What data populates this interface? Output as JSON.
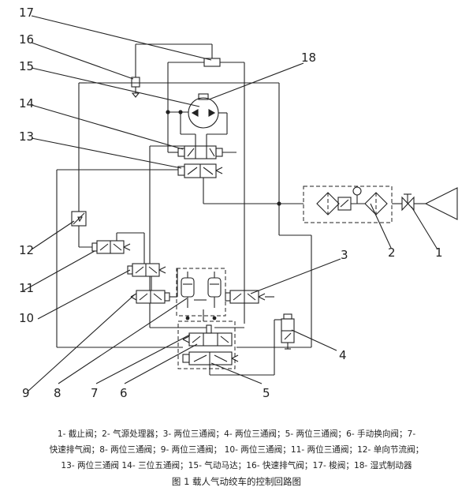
{
  "diagram": {
    "callouts": [
      "1",
      "2",
      "3",
      "4",
      "5",
      "6",
      "7",
      "8",
      "9",
      "10",
      "11",
      "12",
      "13",
      "14",
      "15",
      "16",
      "17",
      "18"
    ]
  },
  "legend": {
    "line1": "1- 截止阀；2- 气源处理器；3- 两位三通阀；4- 两位三通阀；5- 两位三通阀；6- 手动换向阀；7-",
    "line2": "快速排气阀；8- 两位三通阀；9- 两位三通阀；  10- 两位三通阀；11- 两位三通阀；12- 单向节流阀；",
    "line3": "13- 两位三通阀  14- 三位五通阀；15- 气动马达；16- 快速排气阀；17- 梭阀；18- 湿式制动器",
    "caption": "图 1 载人气动绞车的控制回路图"
  }
}
